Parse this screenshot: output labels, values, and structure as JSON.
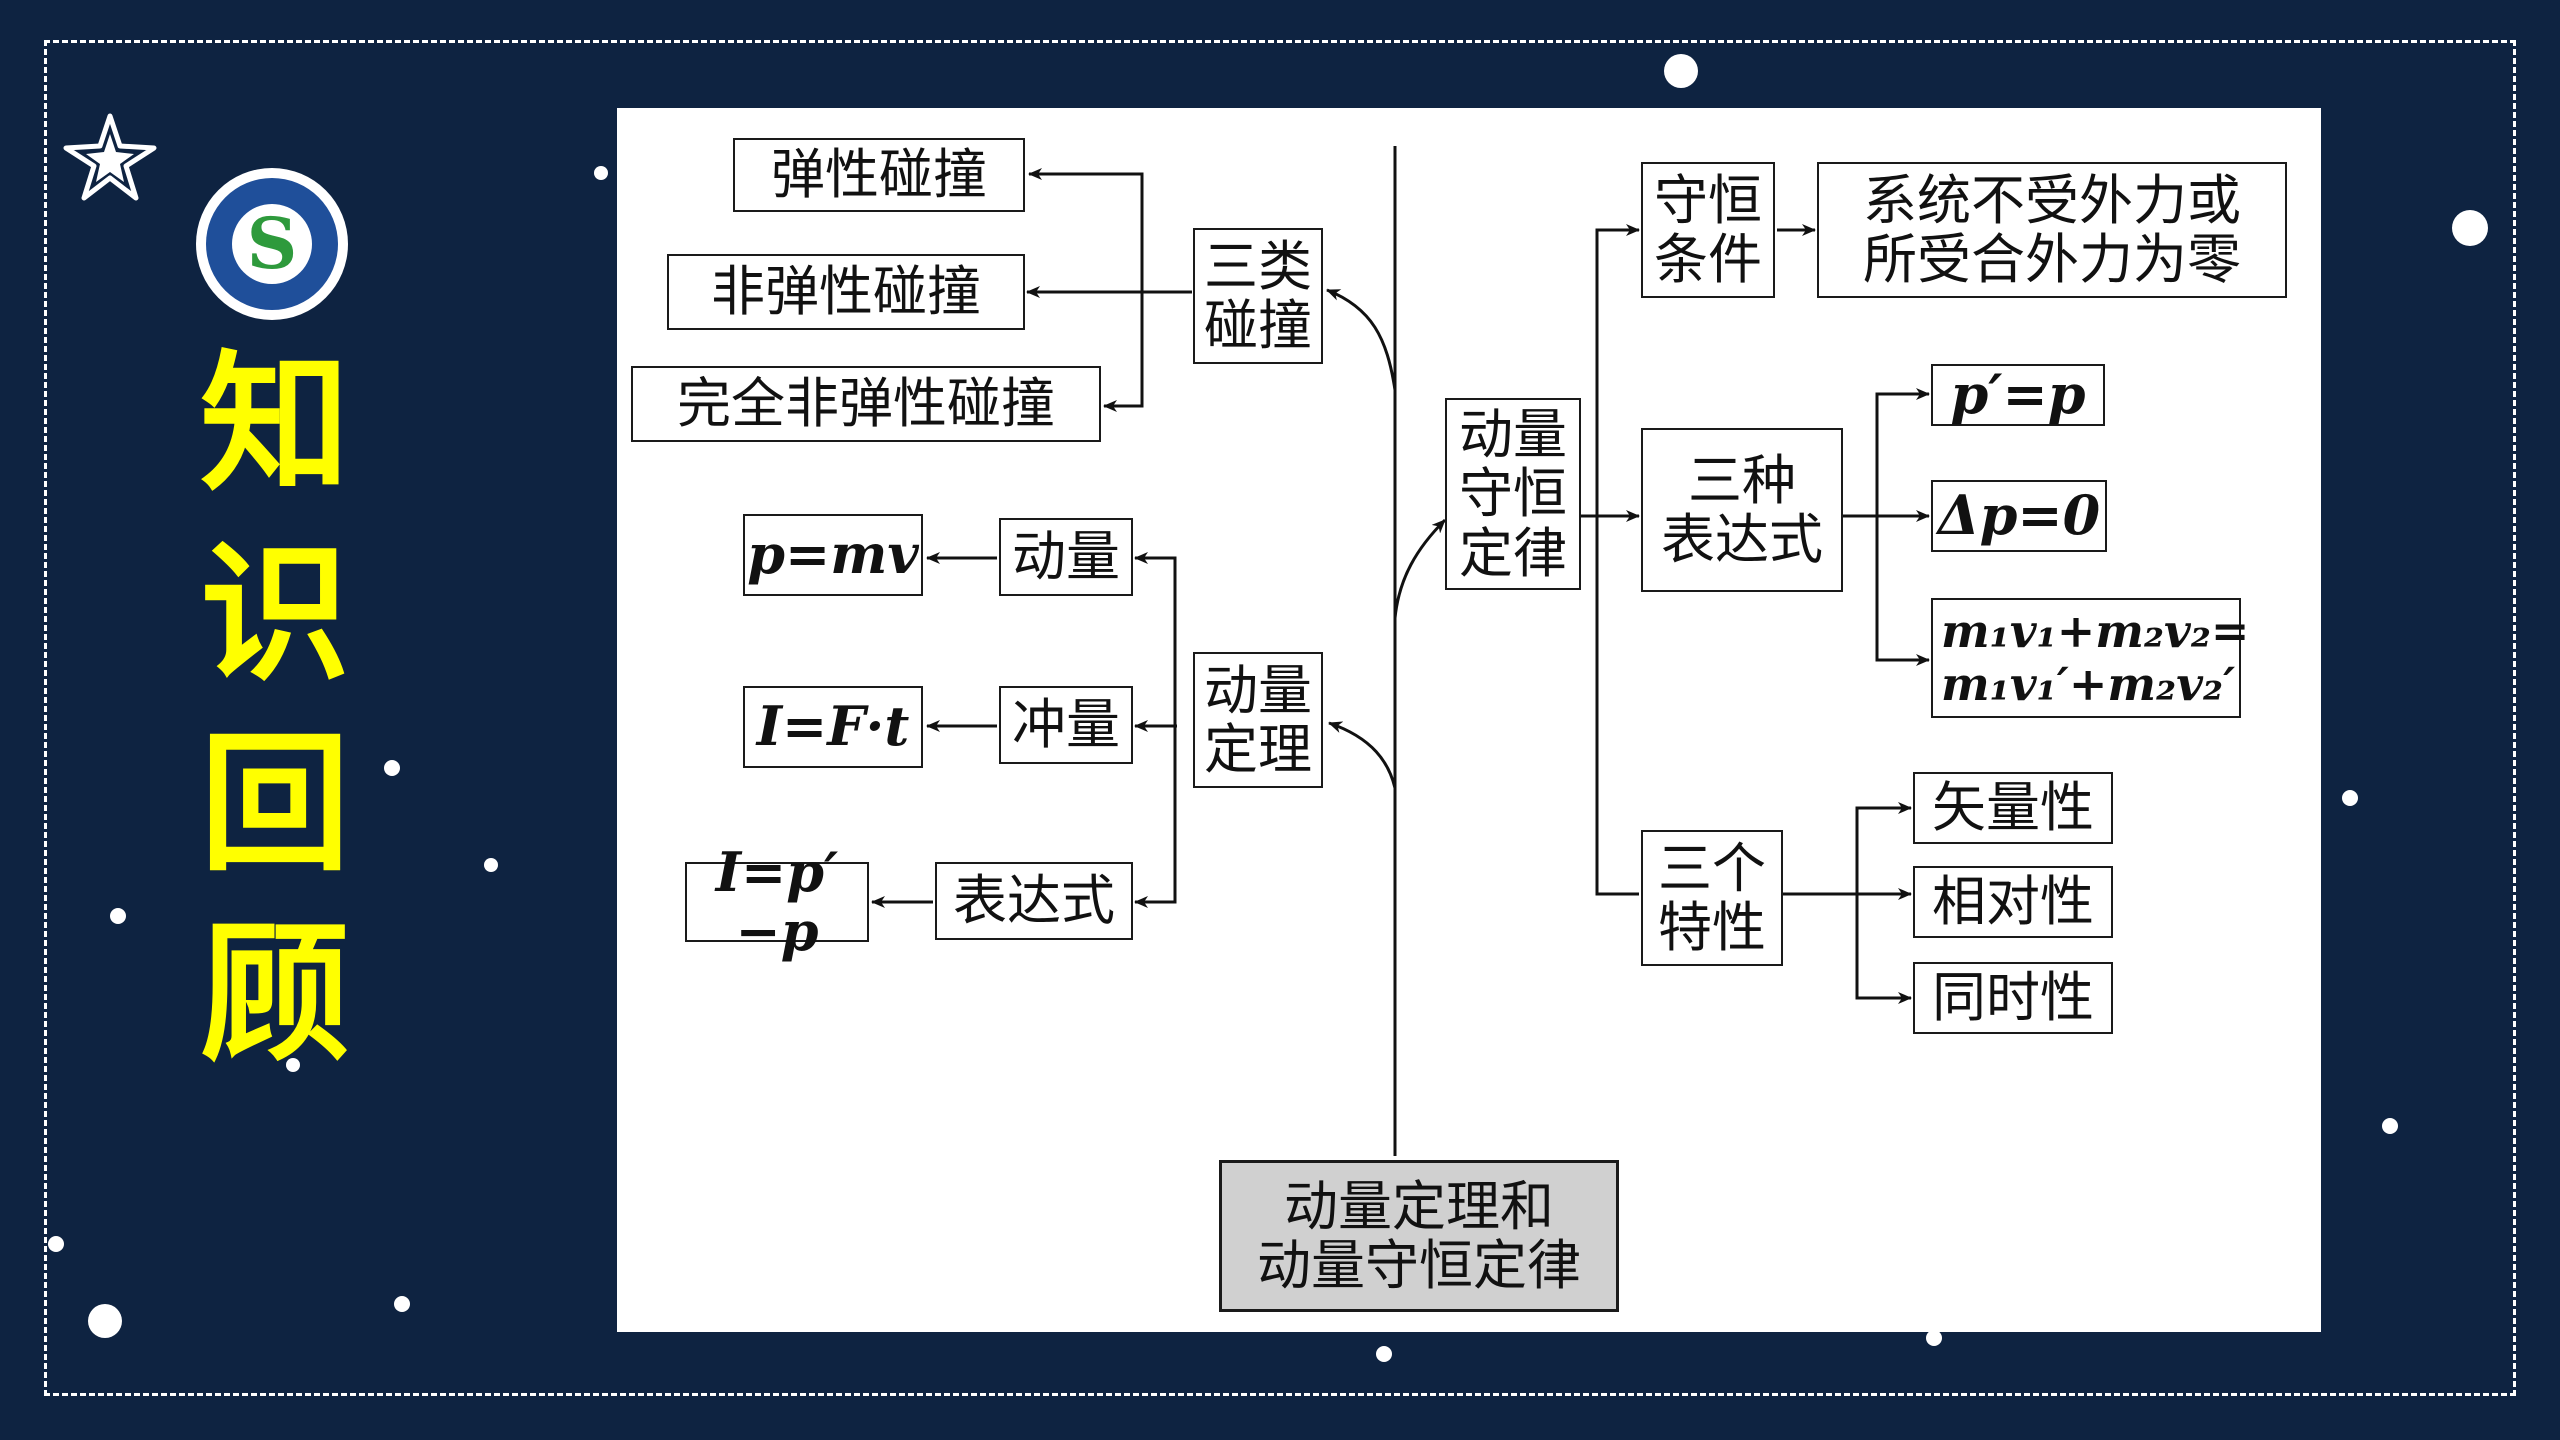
{
  "sidebar": {
    "title_chars": [
      "知",
      "识",
      "回",
      "顾"
    ],
    "logo_letter": "S"
  },
  "diagram": {
    "root": "动量定理和\n动量守恒定律",
    "collisions": {
      "label": "三类\n碰撞",
      "items": [
        "弹性碰撞",
        "非弹性碰撞",
        "完全非弹性碰撞"
      ]
    },
    "theorem": {
      "label": "动量\n定理",
      "momentum": "动量",
      "momentum_formula": "p=mv",
      "impulse": "冲量",
      "impulse_formula": "I=F·t",
      "expression": "表达式",
      "expression_formula": "I=p′−p"
    },
    "conservation": {
      "label": "动量\n守恒\n定律",
      "condition_label": "守恒\n条件",
      "condition_text": "系统不受外力或\n所受合外力为零",
      "forms_label": "三种\n表达式",
      "forms": [
        "p′=p",
        "Δp=0",
        "m₁v₁+m₂v₂=\nm₁v₁′+m₂v₂′"
      ],
      "props_label": "三个\n特性",
      "props": [
        "矢量性",
        "相对性",
        "同时性"
      ]
    }
  }
}
